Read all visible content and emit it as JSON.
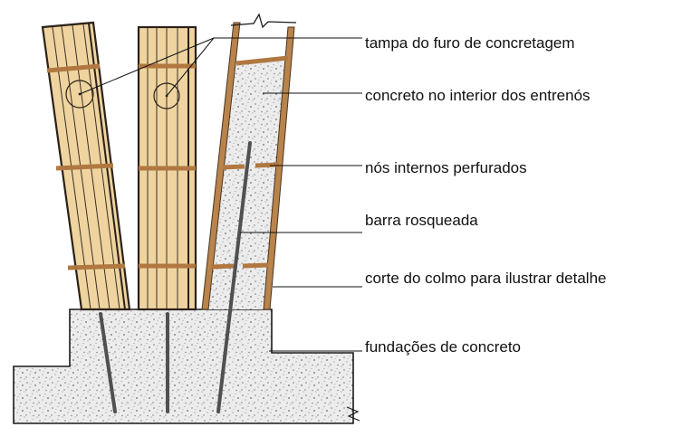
{
  "labels": {
    "cap": "tampa do furo de concretagem",
    "concrete_fill": "concreto no interior dos entrenós",
    "nodes": "nós internos perfurados",
    "rod": "barra rosqueada",
    "section": "corte do colmo para ilustrar detalhe",
    "foundation": "fundações de concreto"
  },
  "colors": {
    "bamboo_fill": "#efd4a0",
    "bamboo_edge": "#2a2118",
    "node_ring": "#b07840",
    "concrete": "#e8e8e8",
    "rod": "#505050",
    "ink": "#111111"
  }
}
